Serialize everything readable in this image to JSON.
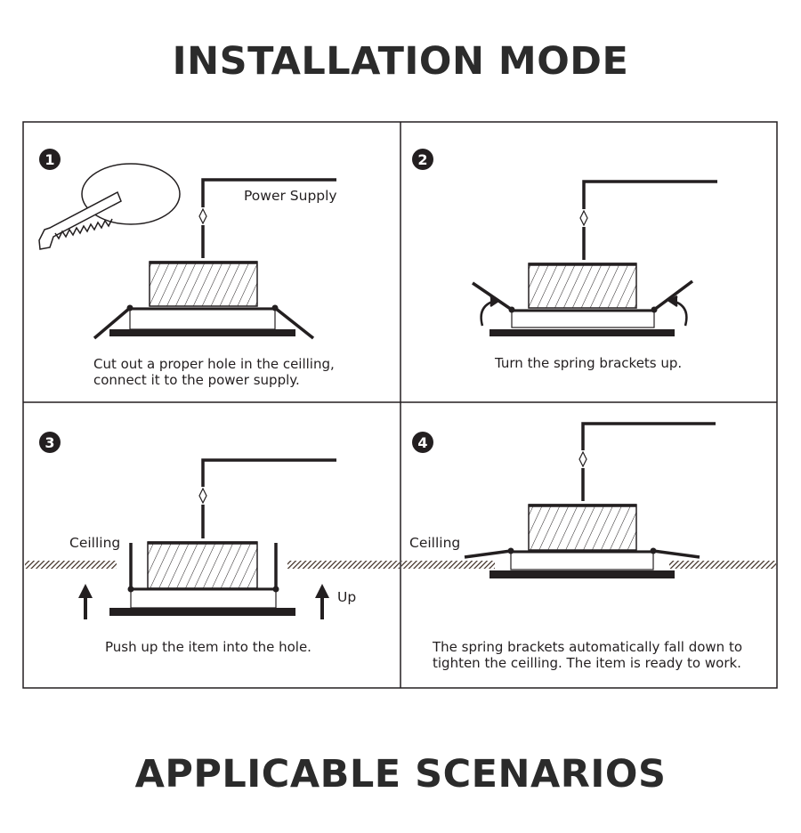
{
  "headings": {
    "installation": "INSTALLATION MODE",
    "scenarios": "APPLICABLE SCENARIOS"
  },
  "colors": {
    "line": "#231f20",
    "fill_dark": "#3b2a20",
    "text": "#231f20"
  },
  "steps": [
    {
      "number": "1",
      "caption_line1": "Cut out a proper hole in the ceilling,",
      "caption_line2": "connect it to the power supply.",
      "label": "Power Supply",
      "icon": "saw-icon"
    },
    {
      "number": "2",
      "caption_line1": "Turn the spring brackets up.",
      "icon": "curved-arrow-icon"
    },
    {
      "number": "3",
      "caption_line1": "Push up the item into the hole.",
      "label": "Ceilling",
      "label_up": "Up",
      "icon": "up-arrow-icon"
    },
    {
      "number": "4",
      "caption_line1": "The spring brackets automatically fall down to",
      "caption_line2": "tighten the ceilling. The item is ready to work.",
      "label": "Ceilling"
    }
  ]
}
